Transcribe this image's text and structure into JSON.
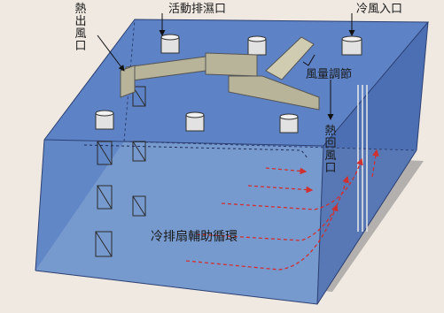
{
  "labels": {
    "heat_outlet": "熱出風口",
    "active_exhaust": "活動排濕口",
    "cold_air_inlet": "冷風入口",
    "airflow_adjust": "風量調節",
    "heat_return": "熱回風口",
    "fan_assisted_circulation": "冷排扇輔助循環"
  },
  "colors": {
    "background": "#efe9e2",
    "room_blue": "#5a7ec2",
    "floor_blue": "#9cb4cf",
    "floor_shadow": "#8a8a8a",
    "duct": "#b8b49a",
    "arrow_red": "#d03030"
  }
}
